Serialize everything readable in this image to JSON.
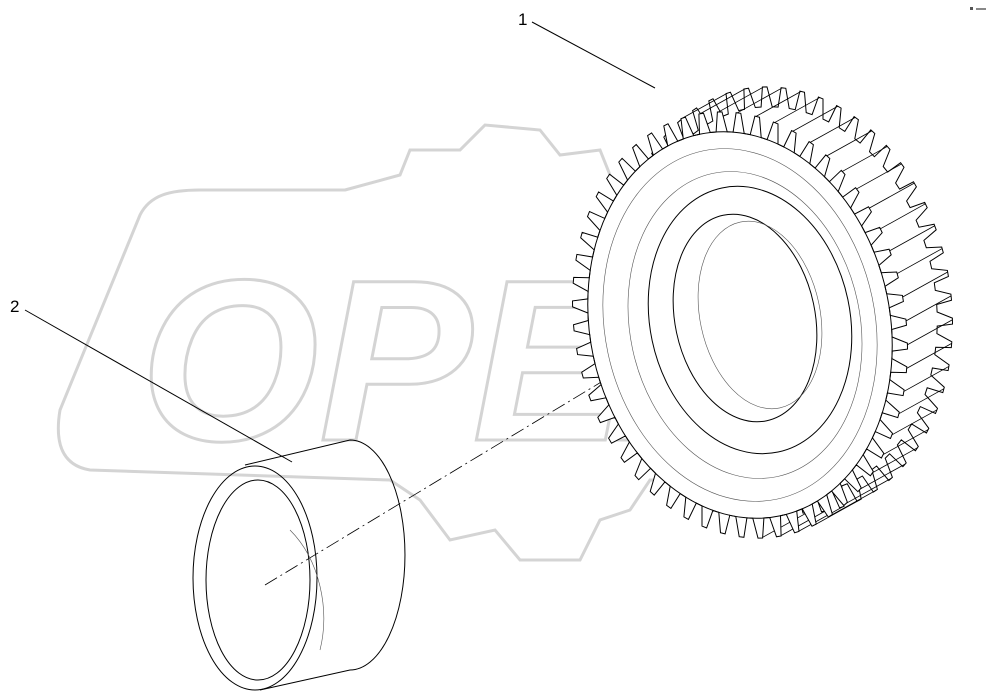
{
  "diagram": {
    "callouts": [
      {
        "label": "1",
        "part": "gear"
      },
      {
        "label": "2",
        "part": "bushing"
      }
    ],
    "watermark": "OPEX",
    "gear_teeth": 56,
    "colors": {
      "line": "#000000",
      "watermark": "#d4d4d4"
    }
  }
}
